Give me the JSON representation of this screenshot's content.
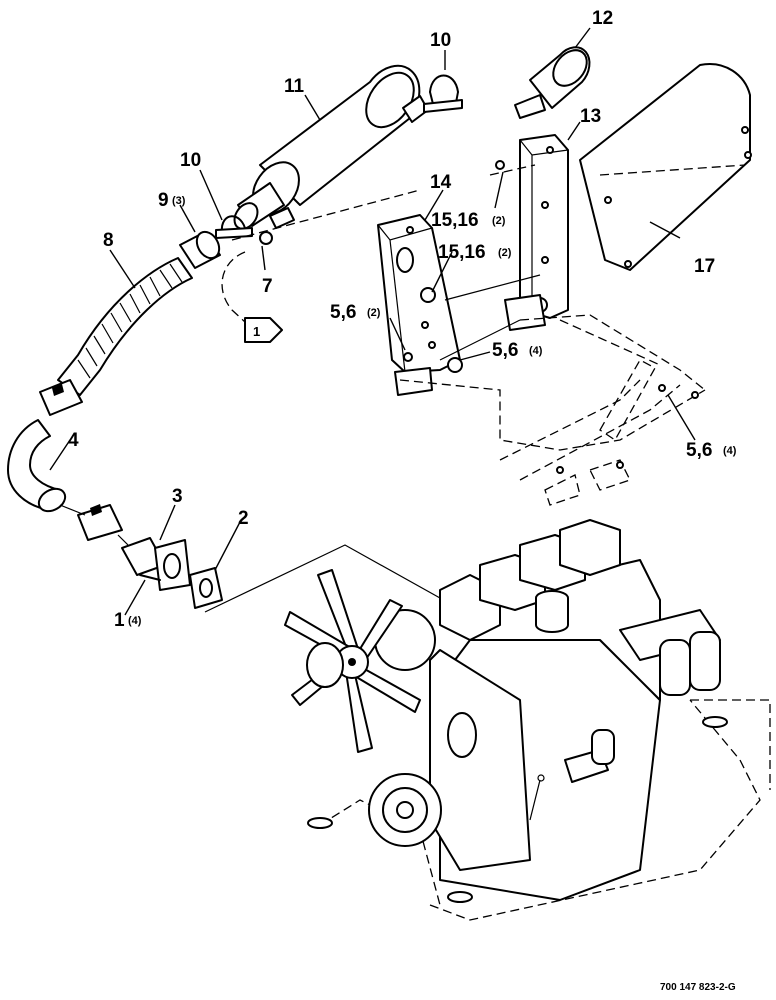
{
  "callouts": {
    "c1": "1",
    "c1_qty": "(4)",
    "c2": "2",
    "c3": "3",
    "c4": "4",
    "c56a": "5,6",
    "c56a_qty": "(2)",
    "c56b": "5,6",
    "c56b_qty": "(4)",
    "c56c": "5,6",
    "c56c_qty": "(4)",
    "c7": "7",
    "c8": "8",
    "c9": "9",
    "c9_qty": "(3)",
    "c10a": "10",
    "c10b": "10",
    "c11": "11",
    "c12": "12",
    "c13": "13",
    "c14": "14",
    "c1516a": "15,16",
    "c1516a_qty": "(2)",
    "c1516b": "15,16",
    "c1516b_qty": "(2)",
    "c17": "17"
  },
  "ref_flag": "1",
  "figure_number": "700 147 823-2-G"
}
